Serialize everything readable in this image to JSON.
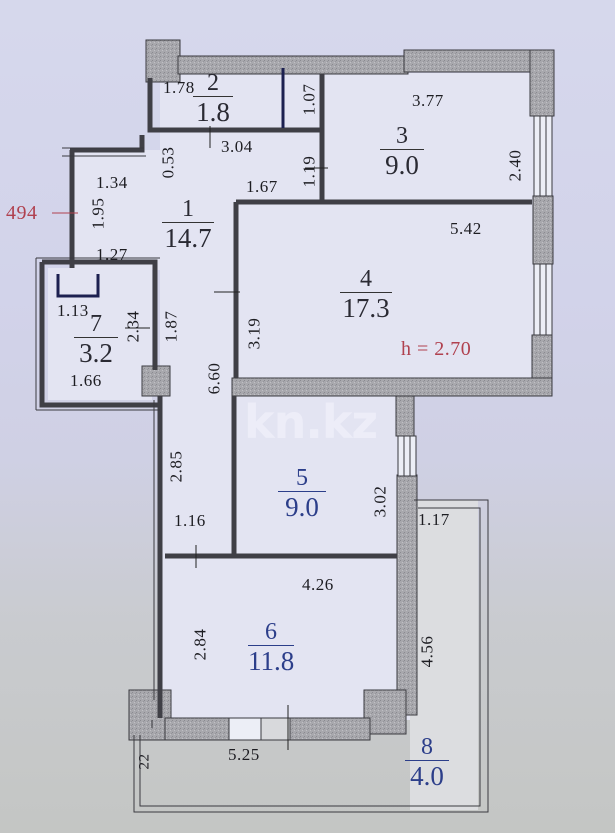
{
  "watermark": "kn.kz",
  "height_label": "h = 2.70",
  "side_marker": "494",
  "rooms": [
    {
      "num": "1",
      "area": "14.7"
    },
    {
      "num": "2",
      "area": "1.8"
    },
    {
      "num": "3",
      "area": "9.0"
    },
    {
      "num": "4",
      "area": "17.3"
    },
    {
      "num": "5",
      "area": "9.0"
    },
    {
      "num": "6",
      "area": "11.8"
    },
    {
      "num": "7",
      "area": "3.2"
    },
    {
      "num": "8",
      "area": "4.0"
    }
  ],
  "dimensions": {
    "d178": "1.78",
    "d107": "1.07",
    "d053": "0.53",
    "d304": "3.04",
    "d377": "3.77",
    "d240": "2.40",
    "d119": "1.19",
    "d167": "1.67",
    "d134": "1.34",
    "d195": "1.95",
    "d127": "1.27",
    "d542": "5.42",
    "d319": "3.19",
    "d113": "1.13",
    "d234": "2.34",
    "d187": "1.87",
    "d166": "1.66",
    "d660": "6.60",
    "d285": "2.85",
    "d116": "1.16",
    "d302": "3.02",
    "d117": "1.17",
    "d426": "4.26",
    "d284": "2.84",
    "d456": "4.56",
    "d525": "5.25",
    "d22": "22"
  },
  "colors": {
    "wall_fill": "#a9a9ad",
    "wall_stroke": "#3a3a40",
    "inner_wall": "#8d8d92",
    "room_fill": "#e4e5f3",
    "marker_red": "#b0414f",
    "area_blue": "#2c3e8a"
  }
}
